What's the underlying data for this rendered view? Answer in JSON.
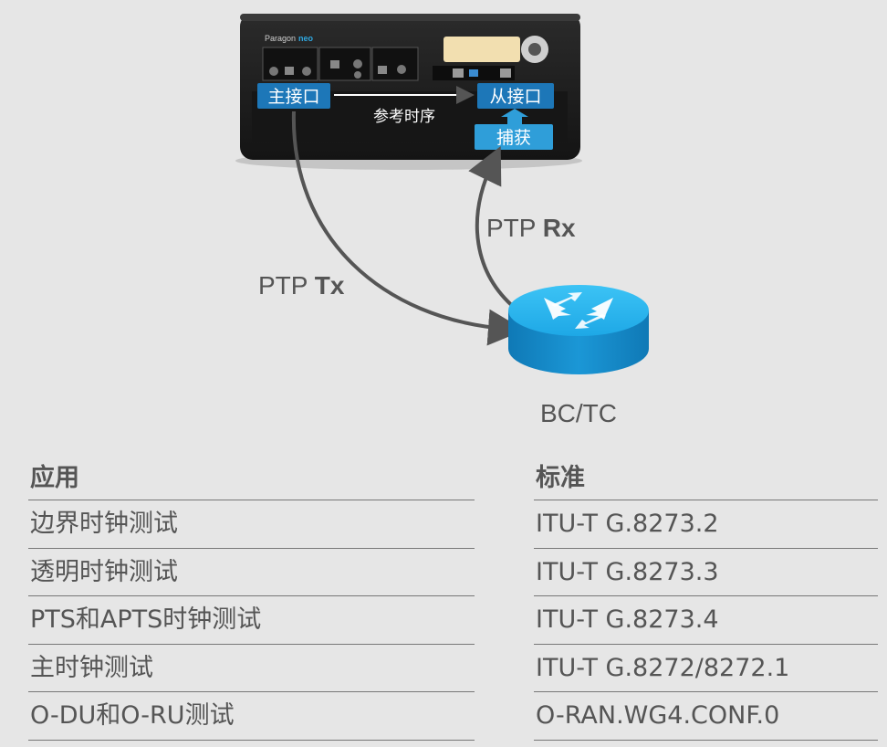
{
  "device": {
    "brand": "Paragon",
    "brand_suffix": "neo"
  },
  "labels": {
    "master_port": "主接口",
    "slave_port": "从接口",
    "reference_timing": "参考时序",
    "capture": "捕获",
    "ptp_tx_prefix": "PTP ",
    "ptp_tx_bold": "Tx",
    "ptp_rx_prefix": "PTP ",
    "ptp_rx_bold": "Rx",
    "router": "BC/TC"
  },
  "colors": {
    "background": "#e6e6e6",
    "device_body": "#1e1e1e",
    "port_label_bg": "#1d77b8",
    "capture_bg": "#2f9ed9",
    "arrow": "#555555",
    "router_top": "#29b3ec",
    "router_side": "#1587c4"
  },
  "table": {
    "left_header": "应用",
    "right_header": "标准",
    "rows": [
      {
        "application": "边界时钟测试",
        "standard": "ITU-T G.8273.2"
      },
      {
        "application": "透明时钟测试",
        "standard": "ITU-T G.8273.3"
      },
      {
        "application": "PTS和APTS时钟测试",
        "standard": "ITU-T G.8273.4"
      },
      {
        "application": "主时钟测试",
        "standard": "ITU-T G.8272/8272.1"
      },
      {
        "application": "O-DU和O-RU测试",
        "standard": "O-RAN.WG4.CONF.0"
      }
    ]
  }
}
